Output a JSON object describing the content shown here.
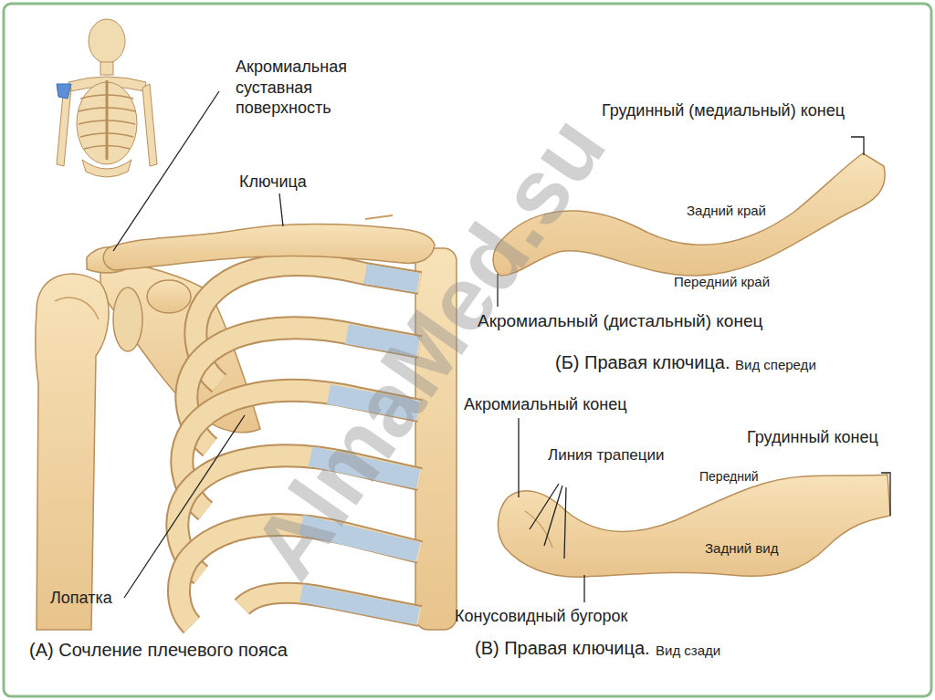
{
  "diagram": {
    "labels": [
      "Акромиальная суставная поверхность",
      "Ключица",
      "Лопатка",
      "(А) Сочление плечевого пояса",
      "Грудинный (медиальный) конец",
      "Задний край",
      "Передний край",
      "Акромиальный (дистальный) конец",
      "(Б) Правая ключица.",
      "Вид спереди",
      "Акромиальный конец",
      "Линия трапеции",
      "Грудинный конец",
      "Передний",
      "Задний вид",
      "Конусовидный бугорок",
      "(В) Правая ключица.",
      "Вид сзади",
      "AlmaMed.su"
    ]
  }
}
